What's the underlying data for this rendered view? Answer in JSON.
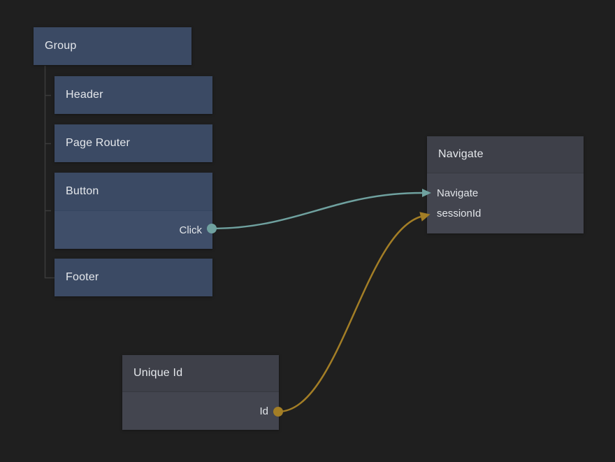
{
  "colors": {
    "background": "#1f1f1f",
    "blue_node_title": "#3b4a64",
    "blue_node_body": "#3f4e69",
    "gray_node_title": "#3e4049",
    "gray_node_body": "#43454f",
    "teal": "#6fa19f",
    "orange": "#a37e26",
    "tree_line": "#3b3b3b",
    "text": "#e5e8ec"
  },
  "nodes": {
    "group": {
      "title": "Group"
    },
    "header": {
      "title": "Header"
    },
    "page_router": {
      "title": "Page Router"
    },
    "button": {
      "title": "Button",
      "outputs": [
        {
          "label": "Click"
        }
      ]
    },
    "footer": {
      "title": "Footer"
    },
    "navigate": {
      "title": "Navigate",
      "inputs": [
        {
          "label": "Navigate"
        },
        {
          "label": "sessionId"
        }
      ]
    },
    "unique_id": {
      "title": "Unique Id",
      "outputs": [
        {
          "label": "Id"
        }
      ]
    }
  },
  "group_children": [
    "Header",
    "Page Router",
    "Button",
    "Footer"
  ],
  "edges": [
    {
      "from": "Button.Click",
      "to": "Navigate.Navigate",
      "color": "#6fa19f"
    },
    {
      "from": "Unique Id.Id",
      "to": "Navigate.sessionId",
      "color": "#a37e26"
    }
  ]
}
